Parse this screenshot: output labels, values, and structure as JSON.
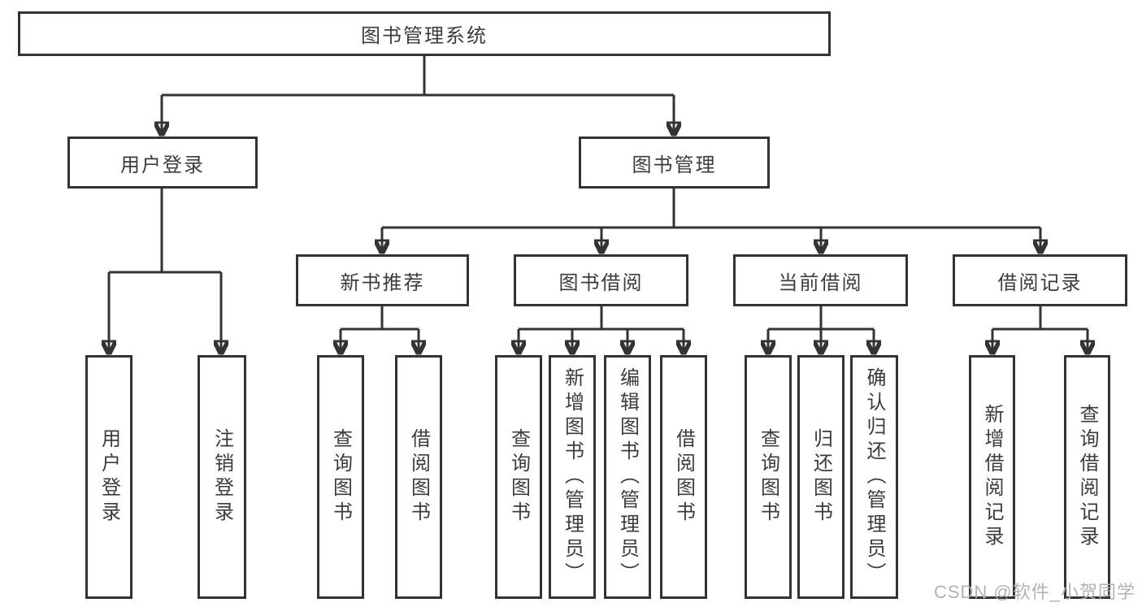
{
  "tree": {
    "root": {
      "label": "图书管理系统"
    },
    "level2": [
      {
        "label": "用户登录"
      },
      {
        "label": "图书管理"
      }
    ],
    "level3": [
      {
        "label": "新书推荐",
        "parent": "图书管理"
      },
      {
        "label": "图书借阅",
        "parent": "图书管理"
      },
      {
        "label": "当前借阅",
        "parent": "图书管理"
      },
      {
        "label": "借阅记录",
        "parent": "图书管理"
      }
    ],
    "leaves": [
      {
        "label": "用户登录",
        "parent": "用户登录"
      },
      {
        "label": "注销登录",
        "parent": "用户登录"
      },
      {
        "label": "查询图书",
        "parent": "新书推荐"
      },
      {
        "label": "借阅图书",
        "parent": "新书推荐"
      },
      {
        "label": "查询图书",
        "parent": "图书借阅"
      },
      {
        "label": "新增图书（管理员）",
        "parent": "图书借阅"
      },
      {
        "label": "编辑图书（管理员）",
        "parent": "图书借阅"
      },
      {
        "label": "借阅图书",
        "parent": "图书借阅"
      },
      {
        "label": "查询图书",
        "parent": "当前借阅"
      },
      {
        "label": "归还图书",
        "parent": "当前借阅"
      },
      {
        "label": "确认归还（管理员）",
        "parent": "当前借阅"
      },
      {
        "label": "新增借阅记录",
        "parent": "借阅记录"
      },
      {
        "label": "查询借阅记录",
        "parent": "借阅记录"
      }
    ]
  },
  "watermark": {
    "text": "CSDN @软件_小贺同学"
  },
  "colors": {
    "line": "#333333",
    "text": "#3c3c3c",
    "watermark": "#b2b2b2",
    "background": "#ffffff"
  }
}
